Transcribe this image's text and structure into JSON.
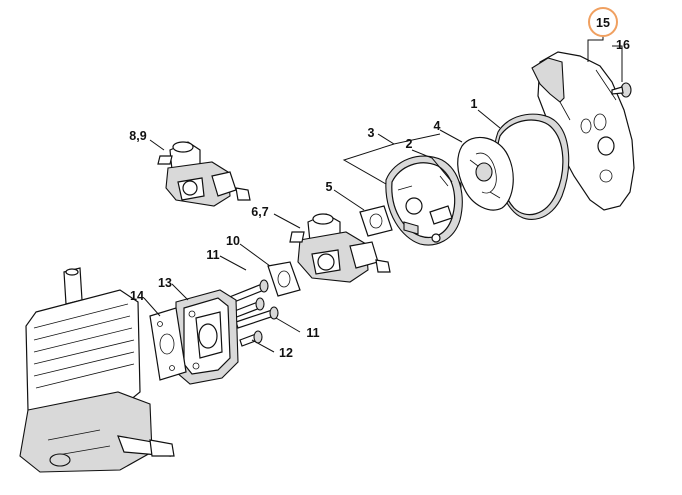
{
  "diagram": {
    "highlight_color": "#f0a060",
    "callouts": [
      {
        "id": "c15",
        "label": "15",
        "highlighted": true
      },
      {
        "id": "c16",
        "label": "16"
      },
      {
        "id": "c1",
        "label": "1"
      },
      {
        "id": "c4",
        "label": "4"
      },
      {
        "id": "c3",
        "label": "3"
      },
      {
        "id": "c2",
        "label": "2"
      },
      {
        "id": "c89",
        "label": "8,9"
      },
      {
        "id": "c5",
        "label": "5"
      },
      {
        "id": "c67",
        "label": "6,7"
      },
      {
        "id": "c10",
        "label": "10"
      },
      {
        "id": "c11a",
        "label": "11"
      },
      {
        "id": "c13",
        "label": "13"
      },
      {
        "id": "c14",
        "label": "14"
      },
      {
        "id": "c11b",
        "label": "11"
      },
      {
        "id": "c12",
        "label": "12"
      }
    ]
  }
}
